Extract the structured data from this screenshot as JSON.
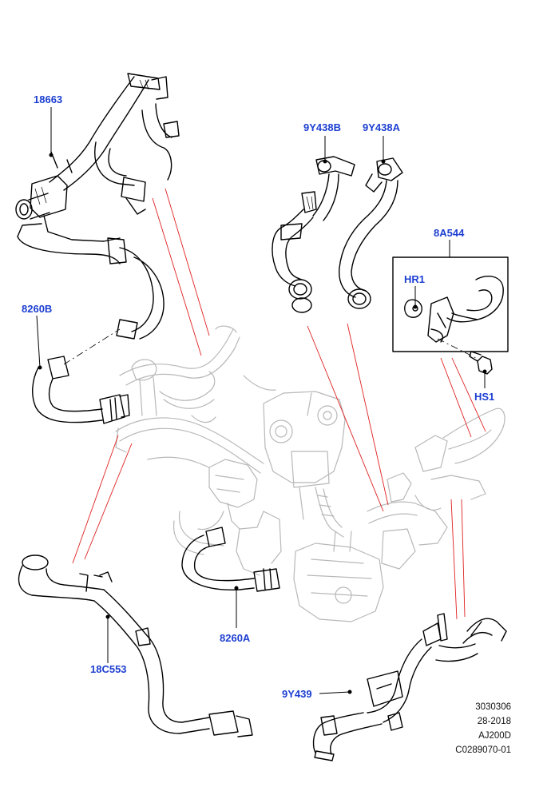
{
  "diagram": {
    "colors": {
      "label": "#1d3fd1",
      "part_line": "#000000",
      "ghost_line": "#b8b8b8",
      "leader_red": "#e02020",
      "background": "#ffffff"
    },
    "part_labels": {
      "p18663": "18663",
      "p9Y438B": "9Y438B",
      "p9Y438A": "9Y438A",
      "p8A544": "8A544",
      "pHR1": "HR1",
      "pHS1": "HS1",
      "p8260B": "8260B",
      "p8260A": "8260A",
      "p18C553": "18C553",
      "p9Y439": "9Y439"
    },
    "reference_block": {
      "line1": "3030306",
      "line2": "28-2018",
      "line3": "AJ200D",
      "line4": "C0289070-01"
    }
  }
}
